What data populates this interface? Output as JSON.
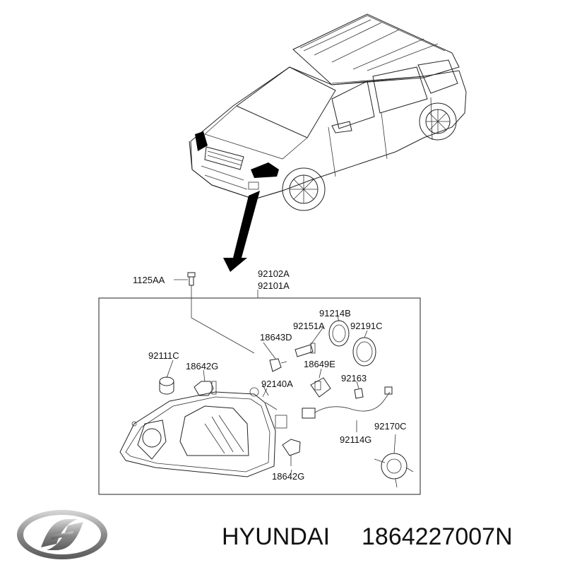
{
  "parts": {
    "bolt": "1125AA",
    "headlamp_lh": "92102A",
    "headlamp_rh": "92101A",
    "cap": "91214B",
    "socket_a": "92151A",
    "cap_ring": "92191C",
    "bulb_d": "18643D",
    "bulb_g_top": "18642G",
    "socket_c": "92111C",
    "bulb_e": "18649E",
    "holder": "92163",
    "socket_assy": "92140A",
    "wiring": "92114G",
    "actuator": "92170C",
    "bulb_g_bottom": "18642G"
  },
  "brand": {
    "name": "HYUNDAI",
    "part_number": "1864227007N"
  },
  "icons": {
    "logo": "hyundai-logo-icon",
    "vehicle": "suv-vehicle-icon",
    "pointer": "arrow-down-icon"
  }
}
